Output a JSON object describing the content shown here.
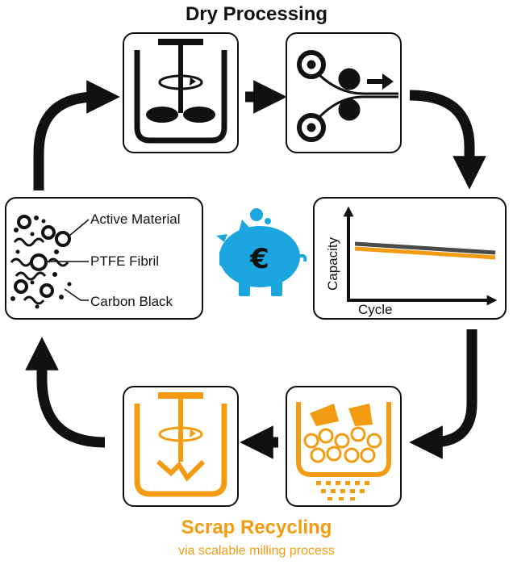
{
  "header": {
    "title": "Dry Processing"
  },
  "footer": {
    "title": "Scrap Recycling",
    "subtitle": "via scalable milling process"
  },
  "colors": {
    "ink": "#111111",
    "accent": "#F39C12",
    "piggy": "#1BA6E0",
    "series_orange": "#F39C12",
    "series_dark": "#4a4a4a"
  },
  "electrode_box": {
    "labels": [
      "Active Material",
      "PTFE Fibril",
      "Carbon Black"
    ]
  },
  "center_icon": {
    "name": "piggy-bank-icon",
    "symbol": "€"
  },
  "chart_data": {
    "type": "line",
    "xlabel": "Cycle",
    "ylabel": "Capacity",
    "series": [
      {
        "values": [
          0.62,
          0.55
        ]
      },
      {
        "values": [
          0.58,
          0.5
        ]
      }
    ]
  }
}
